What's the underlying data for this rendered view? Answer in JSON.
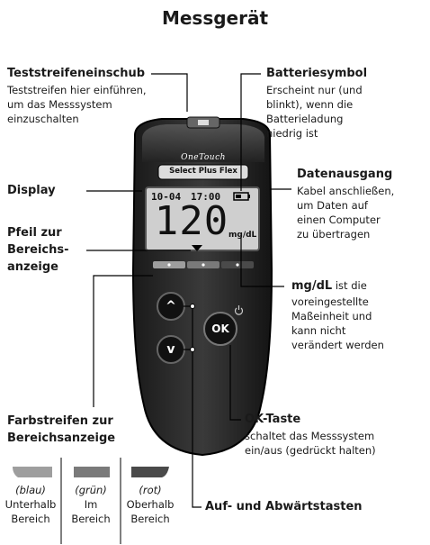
{
  "title": "Messgerät",
  "device": {
    "brand": "OneTouch",
    "model": "Select Plus Flex",
    "display": {
      "date": "10-04",
      "time": "17:00",
      "reading": "120",
      "unit": "mg/dL"
    },
    "buttons": {
      "up": "^",
      "down": "v",
      "ok": "OK"
    }
  },
  "labels": {
    "teststreifen": {
      "title": "Teststreifeneinschub",
      "text": [
        "Teststreifen hier einführen,",
        "um das Messsystem",
        "einzuschalten"
      ]
    },
    "batterie": {
      "title": "Batteriesymbol",
      "text": [
        "Erscheint nur (und",
        "blinkt), wenn die",
        "Batterieladung",
        "niedrig ist"
      ]
    },
    "display": {
      "title": "Display"
    },
    "datenausgang": {
      "title": "Datenausgang",
      "text": [
        "Kabel anschließen,",
        "um Daten auf",
        "einen Computer",
        "zu übertragen"
      ]
    },
    "pfeil": {
      "title": [
        "Pfeil zur",
        "Bereichs-",
        "anzeige"
      ]
    },
    "mgdl": {
      "bold": "mg/dL",
      "text_first": " ist die",
      "text": [
        "voreingestellte",
        "Maßeinheit und",
        "kann nicht",
        "verändert werden"
      ]
    },
    "farbstreifen": {
      "title": [
        "Farbstreifen zur",
        "Bereichsanzeige"
      ]
    },
    "ok_taste": {
      "title": "OK-Taste",
      "text": [
        "schaltet das Messsystem",
        "ein/aus (gedrückt halten)"
      ]
    },
    "tasten": {
      "title": "Auf- und Abwärtstasten"
    }
  },
  "swatches": [
    {
      "color_name": "(blau)",
      "line1": "Unterhalb",
      "line2": "Bereich",
      "color": "#9e9e9e"
    },
    {
      "color_name": "(grün)",
      "line1": "Im",
      "line2": "Bereich",
      "color": "#7a7a7a"
    },
    {
      "color_name": "(rot)",
      "line1": "Oberhalb",
      "line2": "Bereich",
      "color": "#4a4a4a"
    }
  ]
}
